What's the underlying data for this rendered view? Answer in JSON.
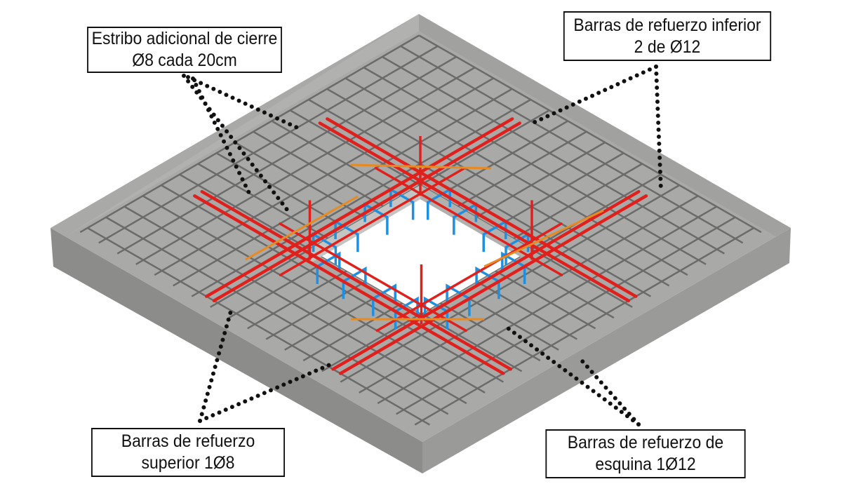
{
  "labels": {
    "stirrup": {
      "line1": "Estribo adicional de cierre",
      "line2": "Ø8 cada 20cm"
    },
    "bottom_bars": {
      "line1": "Barras de refuerzo inferior",
      "line2": "2 de Ø12"
    },
    "top_bars": {
      "line1": "Barras de refuerzo",
      "line2": "superior 1Ø8"
    },
    "corner_bars": {
      "line1": "Barras de refuerzo de",
      "line2": "esquina 1Ø12"
    }
  },
  "colors": {
    "concrete": "#a9a9a7",
    "concrete_dark": "#8c8c8a",
    "mesh": "#6b6b6b",
    "red_bar": "#e0201c",
    "blue_stirrup": "#1f8fe0",
    "orange_bar": "#e88a22",
    "leader": "#111111"
  }
}
